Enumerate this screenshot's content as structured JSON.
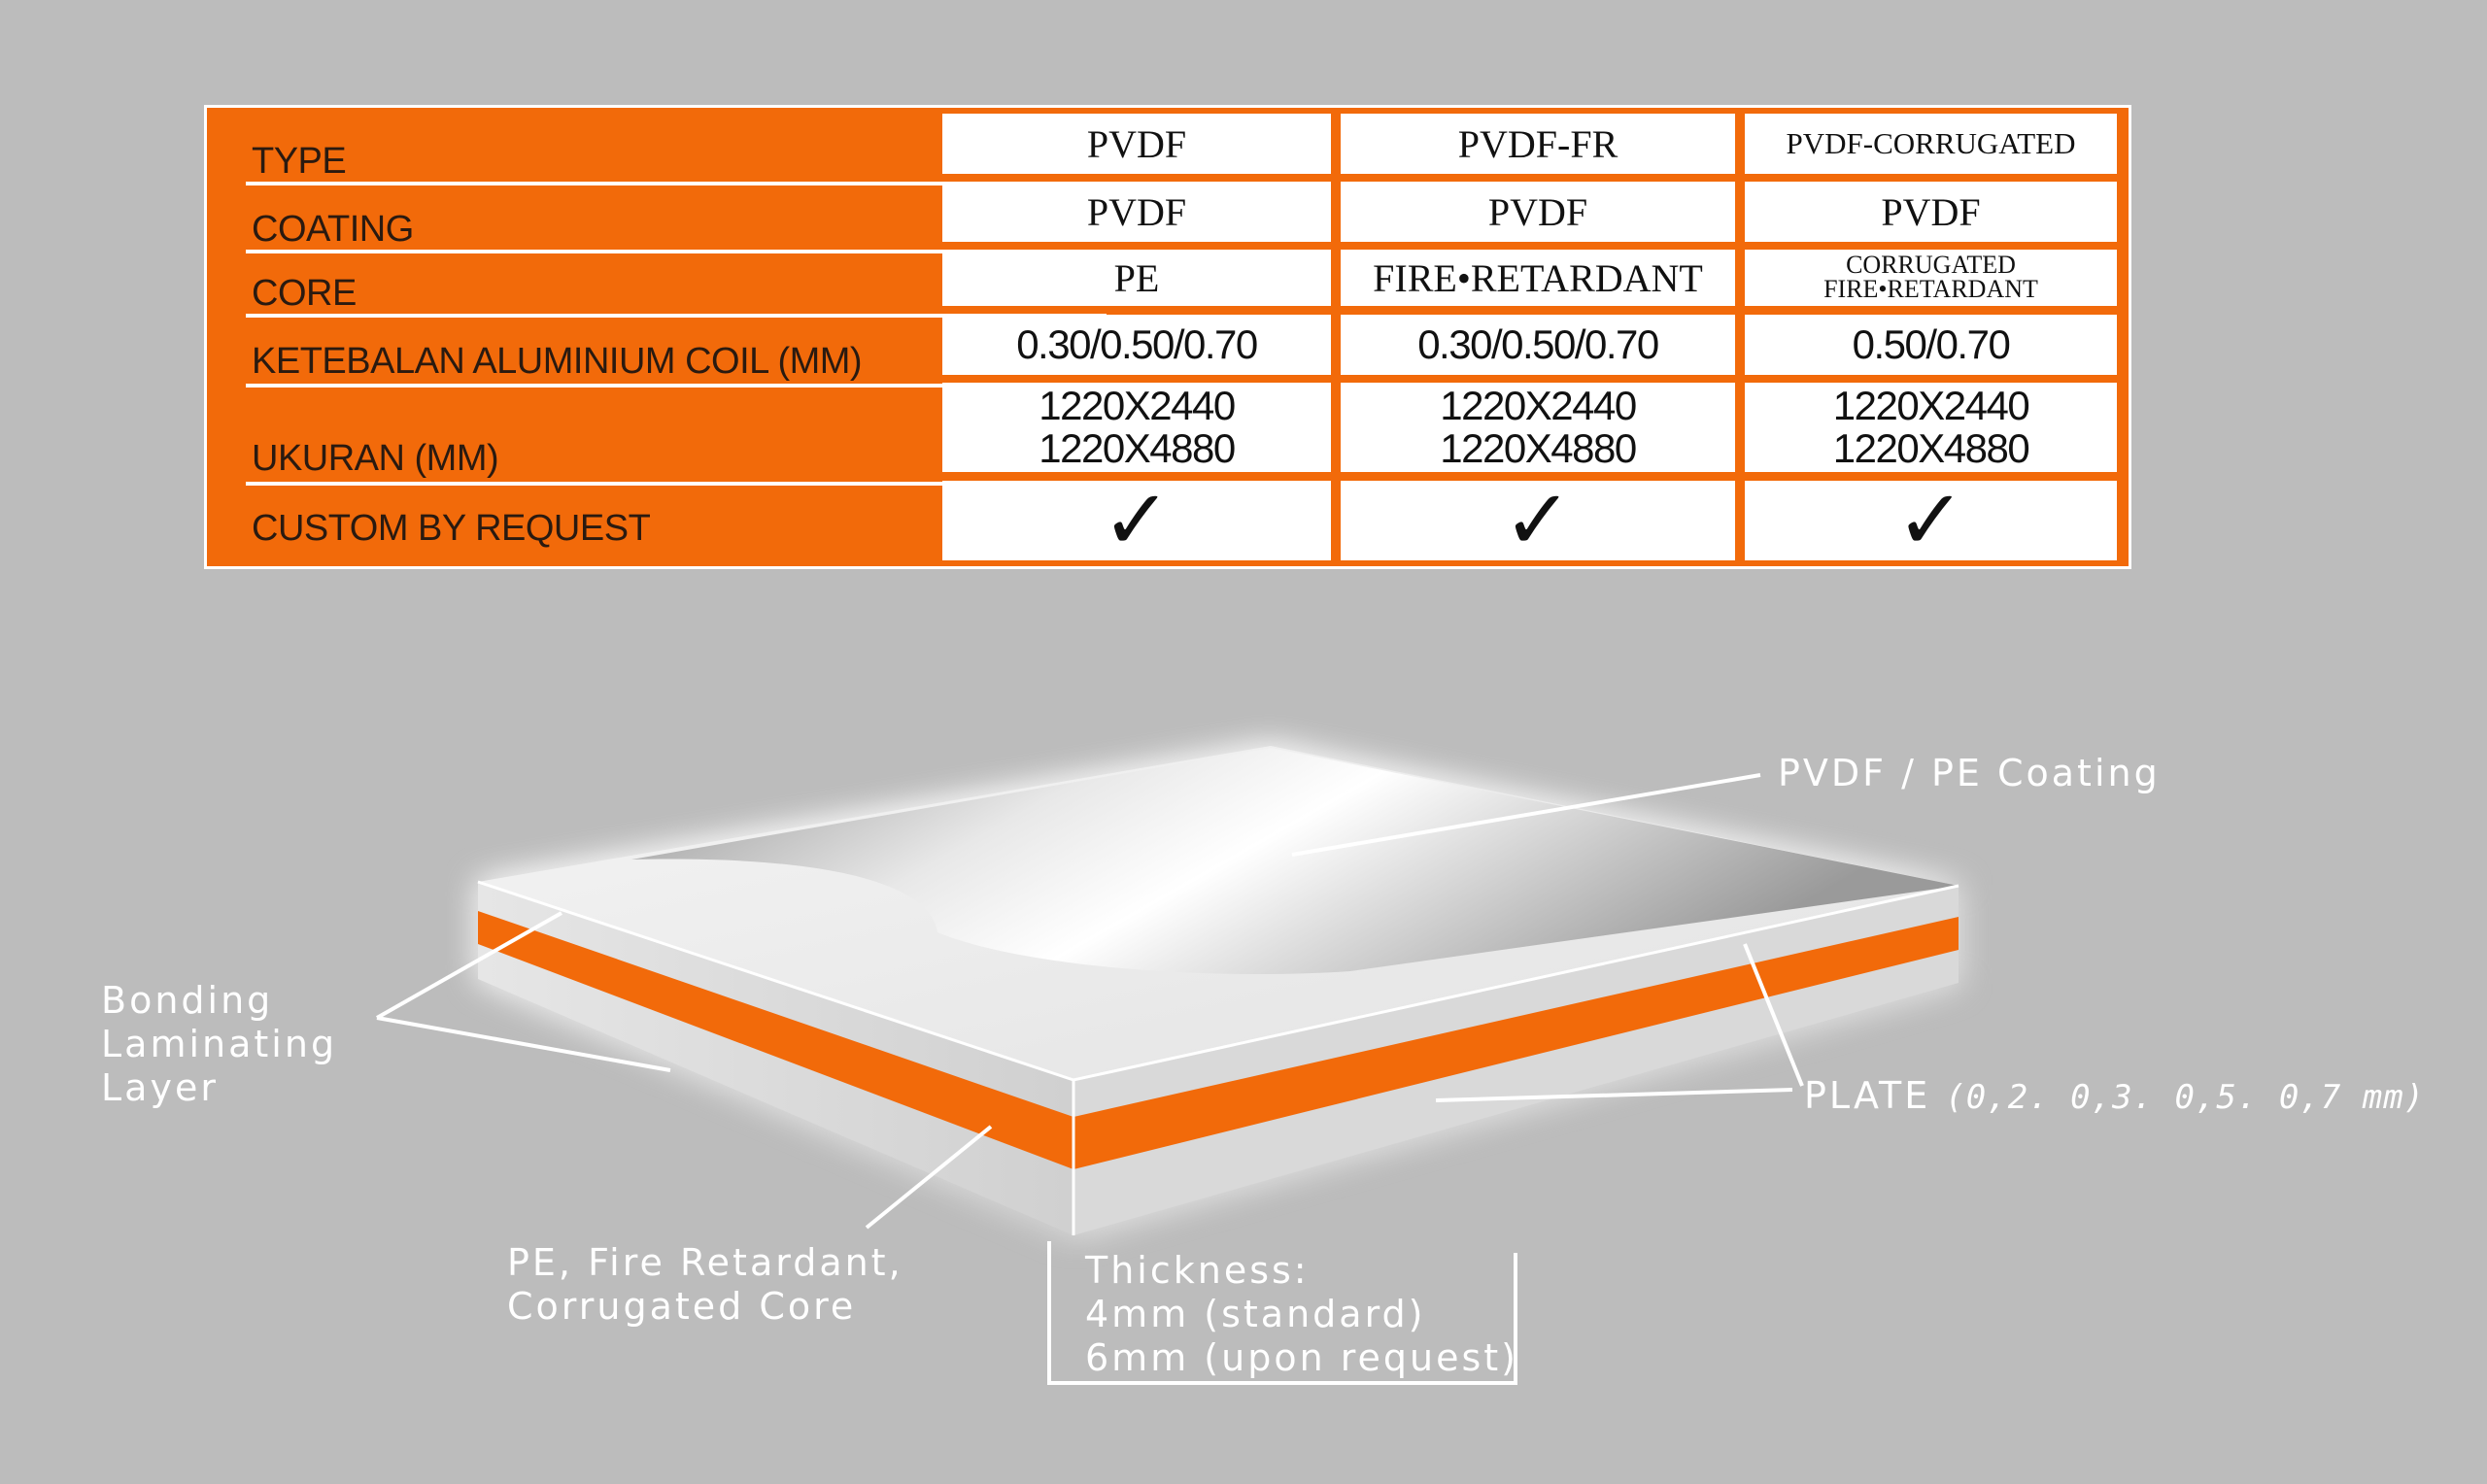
{
  "table": {
    "rows": [
      {
        "label": "TYPE",
        "values": [
          "PVDF",
          "PVDF-FR",
          "PVDF-CORRUGATED"
        ]
      },
      {
        "label": "COATING",
        "values": [
          "PVDF",
          "PVDF",
          "PVDF"
        ]
      },
      {
        "label": "CORE",
        "values": [
          "PE",
          "FIRE•RETARDANT"
        ],
        "value_multi": [
          "CORRUGATED",
          "FIRE•RETARDANT"
        ]
      },
      {
        "label": "KETEBALAN ALUMINIUM COIL (MM)",
        "values": [
          "0.30/0.50/0.70",
          "0.30/0.50/0.70",
          "0.50/0.70"
        ]
      },
      {
        "label": "UKURAN (MM)",
        "values": [
          [
            "1220X2440",
            "1220X4880"
          ],
          [
            "1220X2440",
            "1220X4880"
          ],
          [
            "1220X2440",
            "1220X4880"
          ]
        ]
      },
      {
        "label": "CUSTOM BY REQUEST",
        "values": [
          "✓",
          "✓",
          "✓"
        ]
      }
    ]
  },
  "diagram": {
    "coating_label": "PVDF / PE Coating",
    "bonding_label": [
      "Bonding",
      "Laminating",
      "Layer"
    ],
    "plate_label": "PLATE",
    "plate_values": "(0,2. 0,3. 0,5. 0,7 mm)",
    "core_label": [
      "PE, Fire Retardant,",
      "Corrugated Core"
    ],
    "thickness_label": [
      "Thickness:",
      "4mm (standard)",
      "6mm (upon request)"
    ]
  },
  "colors": {
    "background": "#bcbcbc",
    "accent_orange": "#f26a0a",
    "panel_white": "#ffffff"
  }
}
